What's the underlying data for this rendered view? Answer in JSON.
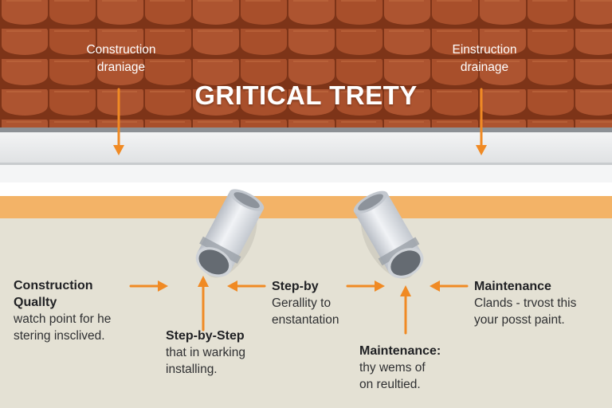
{
  "title": "GRITICAL TRETY",
  "roof_labels": {
    "left": [
      "Construction",
      "draniage"
    ],
    "right": [
      "Einstruction",
      "drainage"
    ]
  },
  "callouts": {
    "construction_quality": {
      "heading_lines": [
        "Construction",
        "Quallty"
      ],
      "body_lines": [
        "watch point for he",
        "stering insclived."
      ]
    },
    "step_by_step_install": {
      "heading": "Step-by-Step",
      "body_lines": [
        "that in warking",
        "installing."
      ]
    },
    "step_by_center": {
      "heading": "Step-by",
      "body_lines": [
        "Gerallity to",
        "enstantation"
      ]
    },
    "maintenance_bottom": {
      "heading": "Maintenance:",
      "body_lines": [
        "thy wems of",
        "on reultied."
      ]
    },
    "maintenance_right": {
      "heading": "Maintenance",
      "body_lines": [
        "Clands - trvost this",
        "your posst paint."
      ]
    }
  },
  "colors": {
    "brick": "#a9512a",
    "brick_mortar": "#7a3216",
    "gutter": "#e9eaeb",
    "orange_band": "#f3b367",
    "arrow": "#f08a24",
    "ground": "#e4e1d4",
    "pipe": "#d8dbe0",
    "pipe_end": "#656b72"
  }
}
